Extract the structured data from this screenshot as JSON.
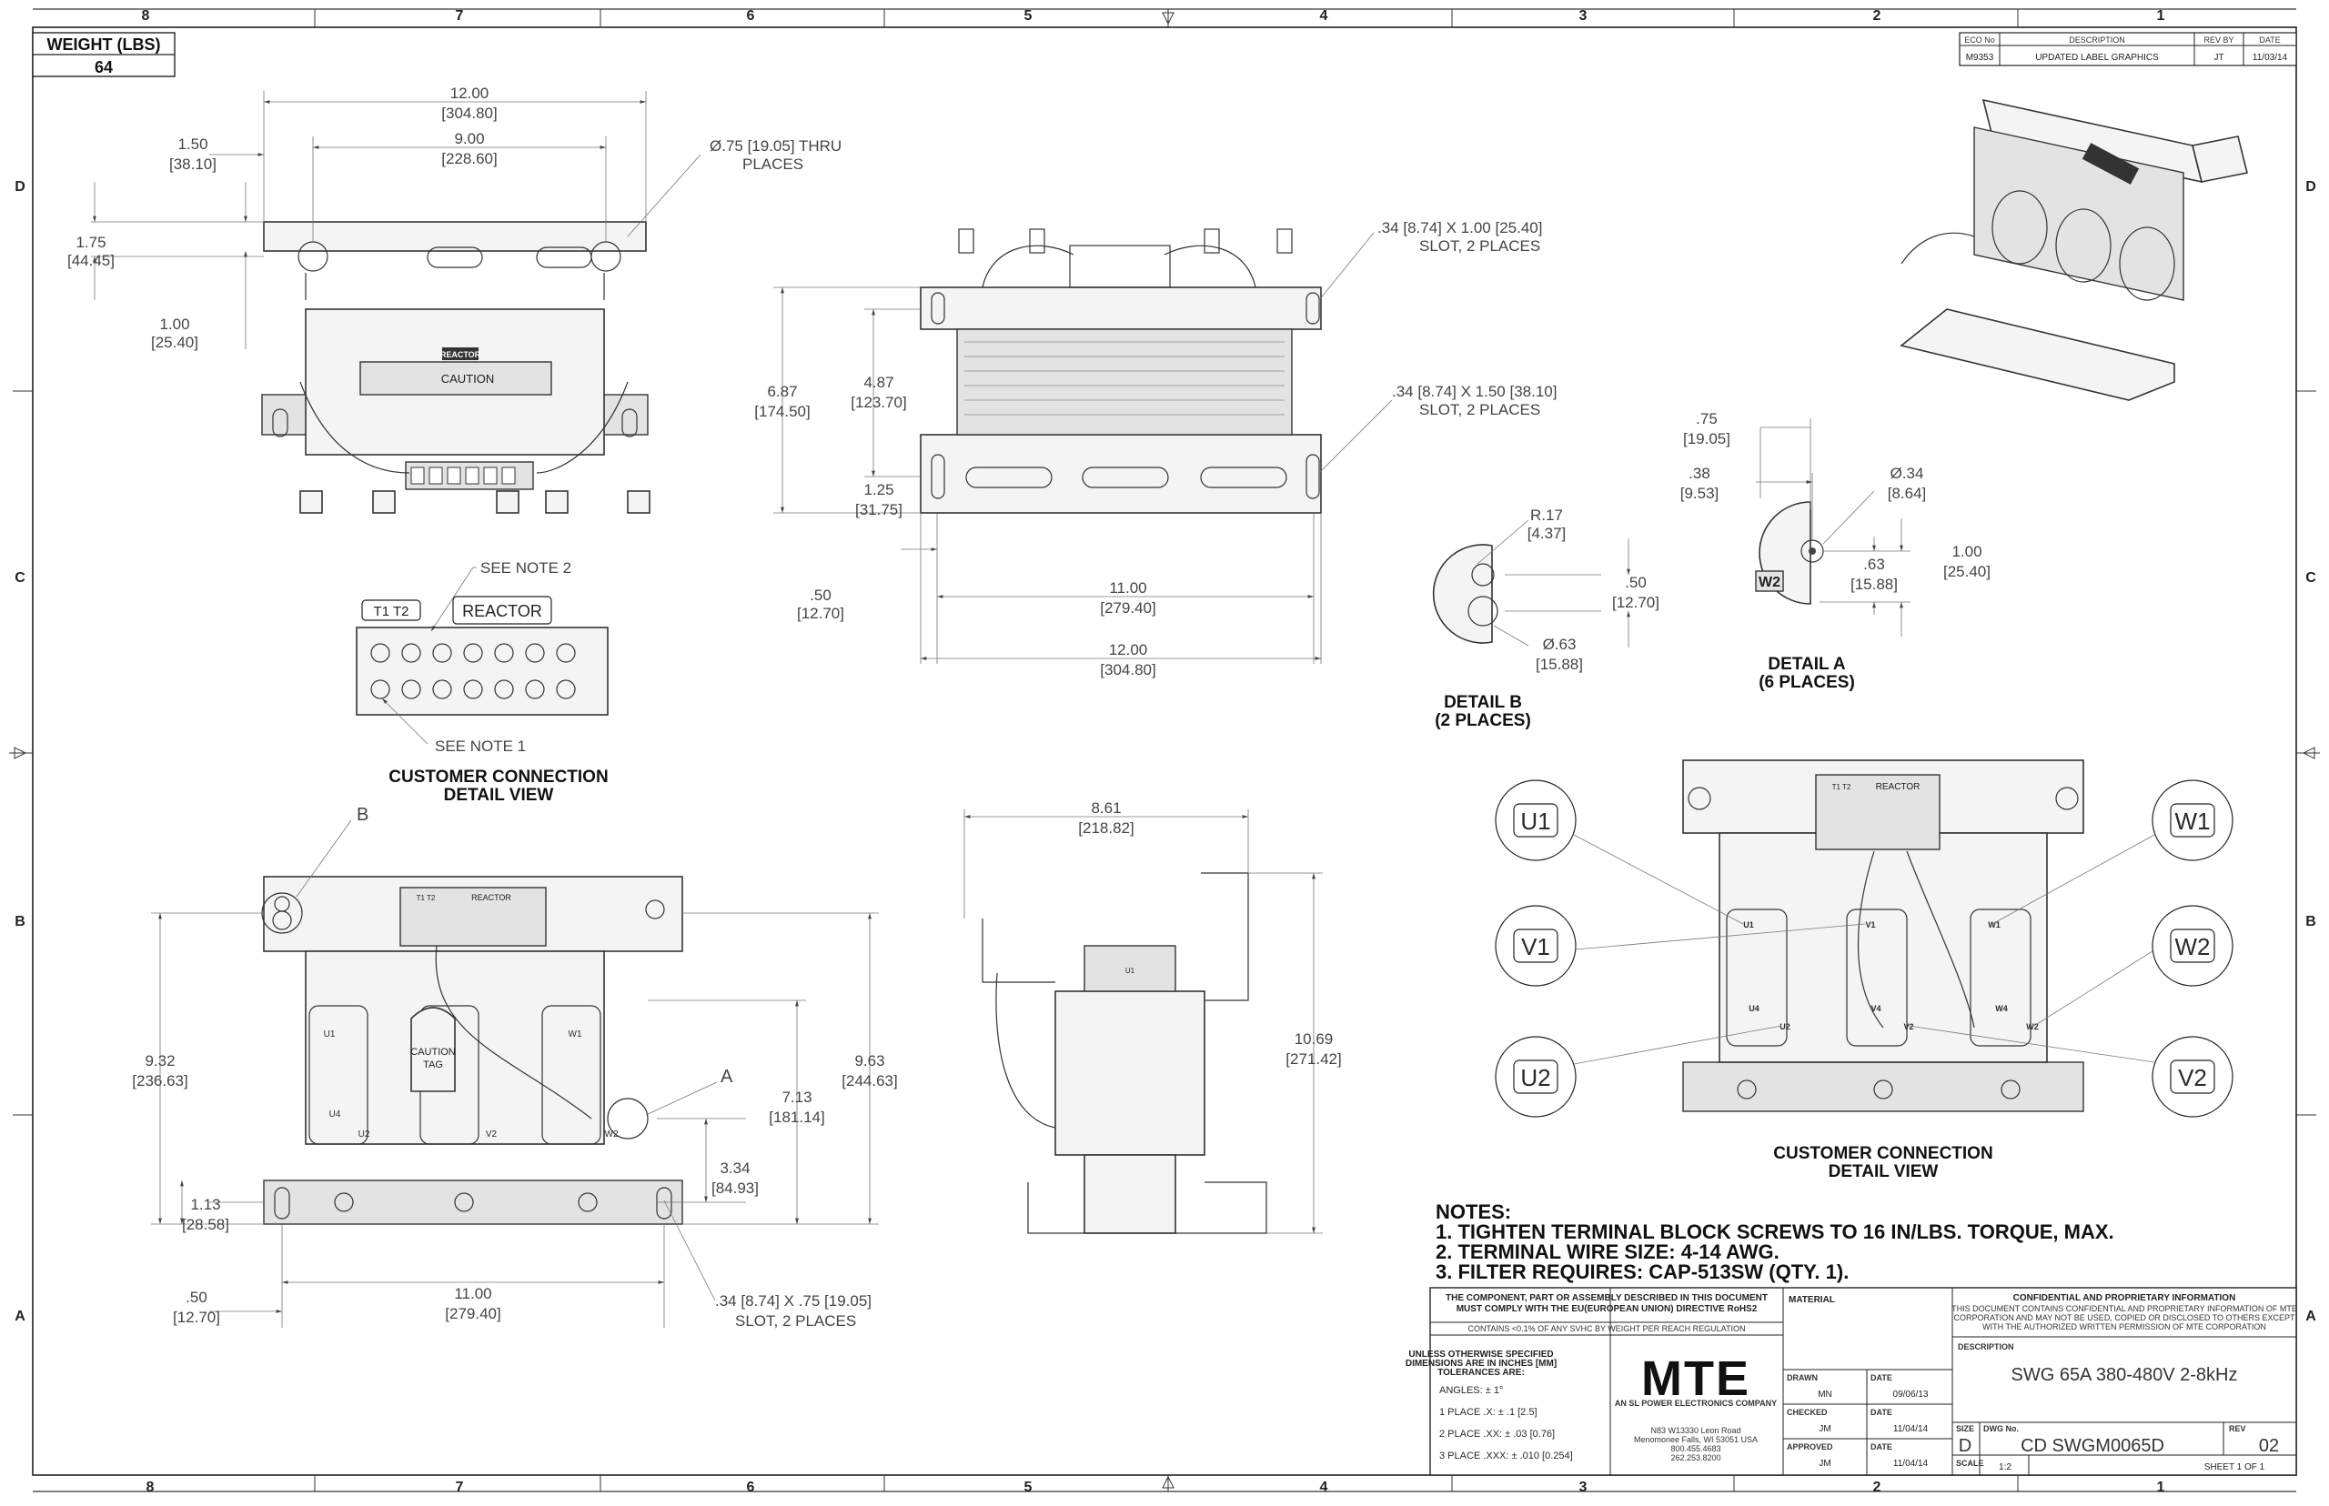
{
  "border": {
    "top_zones": [
      "8",
      "7",
      "6",
      "5",
      "4",
      "3",
      "2",
      "1"
    ],
    "bottom_zones": [
      "8",
      "7",
      "6",
      "5",
      "4",
      "3",
      "2",
      "1"
    ],
    "side_zones": [
      "D",
      "C",
      "B",
      "A"
    ]
  },
  "weight": {
    "label": "WEIGHT (LBS)",
    "value": "64"
  },
  "revision_block": {
    "headers": [
      "ECO No",
      "DESCRIPTION",
      "REV BY",
      "DATE"
    ],
    "row": [
      "M9353",
      "UPDATED LABEL GRAPHICS",
      "JT",
      "11/03/14"
    ]
  },
  "top_view": {
    "dims": [
      "12.00",
      "[304.80]",
      "9.00",
      "[228.60]",
      "1.50",
      "[38.10]",
      "1.75",
      "[44.45]",
      "1.00",
      "[25.40]"
    ],
    "hole_note": [
      "Ø.75 [19.05] THRU",
      "PLACES"
    ],
    "tags": [
      "REACTOR",
      "CAUTION"
    ]
  },
  "front_view": {
    "dims": [
      "6.87",
      "[174.50]",
      "4.87",
      "[123.70]",
      "1.25",
      "[31.75]",
      ".50",
      "[12.70]",
      "11.00",
      "[279.40]",
      "12.00",
      "[304.80]"
    ],
    "slot_top": [
      ".34 [8.74] X 1.00 [25.40]",
      "SLOT, 2 PLACES"
    ],
    "slot_bottom": [
      ".34 [8.74] X 1.50 [38.10]",
      "SLOT, 2 PLACES"
    ]
  },
  "terminal_detail": {
    "see_note2": "SEE NOTE 2",
    "see_note1": "SEE NOTE 1",
    "tag_t": "T1   T2",
    "tag_reactor": "REACTOR",
    "title": [
      "CUSTOMER CONNECTION",
      "DETAIL VIEW"
    ]
  },
  "detail_b": {
    "dims": [
      "R.17",
      "[4.37]",
      ".50",
      "[12.70]",
      "Ø.63",
      "[15.88]"
    ],
    "title": [
      "DETAIL B",
      "(2 PLACES)"
    ]
  },
  "detail_a": {
    "dims": [
      ".75",
      "[19.05]",
      ".38",
      "[9.53]",
      "Ø.34",
      "[8.64]",
      ".63",
      "[15.88]",
      "1.00",
      "[25.40]"
    ],
    "w2": "W2",
    "title": [
      "DETAIL A",
      "(6 PLACES)"
    ]
  },
  "bottom_view": {
    "callout_b": "B",
    "callout_a": "A",
    "dims": [
      "9.32",
      "[236.63]",
      "9.63",
      "[244.63]",
      "7.13",
      "[181.14]",
      "3.34",
      "[84.93]",
      "1.13",
      "[28.58]",
      ".50",
      "[12.70]",
      "11.00",
      "[279.40]"
    ],
    "slot": [
      ".34 [8.74] X .75 [19.05]",
      "SLOT, 2 PLACES"
    ],
    "caution": [
      "CAUTION",
      "TAG"
    ],
    "terminals": [
      "U1",
      "U4",
      "U2",
      "V2",
      "W1",
      "W2"
    ]
  },
  "side_view": {
    "dims": [
      "8.61",
      "[218.82]",
      "10.69",
      "[271.42]"
    ]
  },
  "connection_view": {
    "bubbles": [
      "U1",
      "V1",
      "U2",
      "W1",
      "W2",
      "V2"
    ],
    "inner": [
      "U1",
      "V1",
      "W1",
      "U4",
      "U2",
      "V4",
      "V2",
      "W4",
      "W2"
    ],
    "title": [
      "CUSTOMER CONNECTION",
      "DETAIL VIEW"
    ]
  },
  "notes": {
    "heading": "NOTES:",
    "items": [
      "1.  TIGHTEN TERMINAL BLOCK SCREWS TO 16 IN/LBS. TORQUE, MAX.",
      "2.  TERMINAL WIRE SIZE: 4-14 AWG.",
      "3.  FILTER REQUIRES: CAP-513SW (QTY. 1)."
    ]
  },
  "title_block": {
    "rohs": [
      "THE COMPONENT, PART OR ASSEMBLY DESCRIBED IN THIS DOCUMENT",
      "MUST COMPLY WITH THE EU(EUROPEAN UNION) DIRECTIVE RoHS2"
    ],
    "reach": "CONTAINS <0.1% OF ANY SVHC BY WEIGHT PER REACH REGULATION",
    "tolerance_head": [
      "UNLESS OTHERWISE SPECIFIED",
      "DIMENSIONS ARE IN INCHES [MM]",
      "TOLERANCES ARE:"
    ],
    "angles": "ANGLES: ± 1°",
    "tol1": "1 PLACE .X: ± .1 [2.5]",
    "tol2": "2 PLACE .XX: ± .03 [0.76]",
    "tol3": "3 PLACE .XXX: ± .010 [0.254]",
    "logo": "MTE",
    "logo_sub": "AN SL POWER ELECTRONICS COMPANY",
    "address": [
      "N83 W13330 Leon Road",
      "Menomonee Falls, WI 53051 USA",
      "800.455.4683",
      "262.253.8200"
    ],
    "material": "MATERIAL",
    "drawn_label": "DRAWN",
    "drawn": "MN",
    "drawn_date": "09/06/13",
    "checked_label": "CHECKED",
    "checked": "JM",
    "checked_date": "11/04/14",
    "approved_label": "APPROVED",
    "approved": "JM",
    "approved_date": "11/04/14",
    "date_label": "DATE",
    "confidential_head": "CONFIDENTIAL AND PROPRIETARY INFORMATION",
    "confidential": [
      "THIS DOCUMENT CONTAINS CONFIDENTIAL AND PROPRIETARY INFORMATION OF MTE",
      "CORPORATION AND MAY NOT BE USED, COPIED OR DISCLOSED TO OTHERS EXCEPT",
      "WITH THE AUTHORIZED WRITTEN PERMISSION OF MTE CORPORATION"
    ],
    "description_label": "DESCRIPTION",
    "description": "SWG 65A 380-480V 2-8kHz",
    "size_label": "SIZE",
    "size": "D",
    "dwg_label": "DWG No.",
    "dwg": "CD SWGM0065D",
    "rev_label": "REV",
    "rev": "02",
    "scale_label": "SCALE",
    "scale": "1:2",
    "sheet": "SHEET 1  OF 1"
  }
}
